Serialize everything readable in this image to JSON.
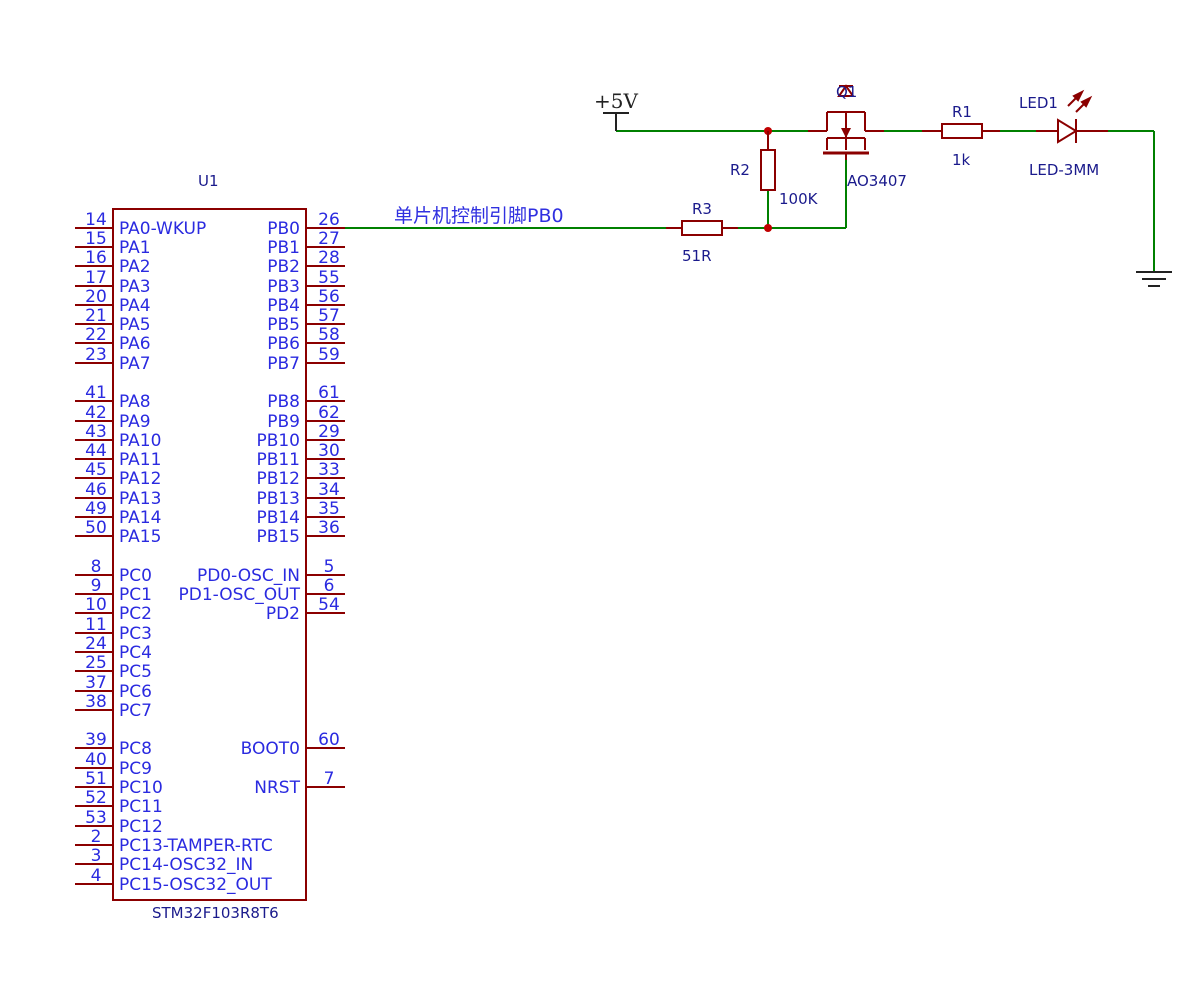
{
  "colors": {
    "pin": "#8b0000",
    "wire": "#008000",
    "pin_text": "#2a2ae0",
    "label_text": "#1a1a8c",
    "annotation": "#3030e0",
    "junction": "#c00000",
    "component": "#8b0000"
  },
  "mcu": {
    "designator": "U1",
    "part": "STM32F103R8T6",
    "left_pins": [
      {
        "num": "14",
        "name": "PA0-WKUP"
      },
      {
        "num": "15",
        "name": "PA1"
      },
      {
        "num": "16",
        "name": "PA2"
      },
      {
        "num": "17",
        "name": "PA3"
      },
      {
        "num": "20",
        "name": "PA4"
      },
      {
        "num": "21",
        "name": "PA5"
      },
      {
        "num": "22",
        "name": "PA6"
      },
      {
        "num": "23",
        "name": "PA7"
      },
      {
        "num": "41",
        "name": "PA8"
      },
      {
        "num": "42",
        "name": "PA9"
      },
      {
        "num": "43",
        "name": "PA10"
      },
      {
        "num": "44",
        "name": "PA11"
      },
      {
        "num": "45",
        "name": "PA12"
      },
      {
        "num": "46",
        "name": "PA13"
      },
      {
        "num": "49",
        "name": "PA14"
      },
      {
        "num": "50",
        "name": "PA15"
      },
      {
        "num": "8",
        "name": "PC0"
      },
      {
        "num": "9",
        "name": "PC1"
      },
      {
        "num": "10",
        "name": "PC2"
      },
      {
        "num": "11",
        "name": "PC3"
      },
      {
        "num": "24",
        "name": "PC4"
      },
      {
        "num": "25",
        "name": "PC5"
      },
      {
        "num": "37",
        "name": "PC6"
      },
      {
        "num": "38",
        "name": "PC7"
      },
      {
        "num": "39",
        "name": "PC8"
      },
      {
        "num": "40",
        "name": "PC9"
      },
      {
        "num": "51",
        "name": "PC10"
      },
      {
        "num": "52",
        "name": "PC11"
      },
      {
        "num": "53",
        "name": "PC12"
      },
      {
        "num": "2",
        "name": "PC13-TAMPER-RTC"
      },
      {
        "num": "3",
        "name": "PC14-OSC32_IN"
      },
      {
        "num": "4",
        "name": "PC15-OSC32_OUT"
      }
    ],
    "right_pins": [
      {
        "num": "26",
        "name": "PB0"
      },
      {
        "num": "27",
        "name": "PB1"
      },
      {
        "num": "28",
        "name": "PB2"
      },
      {
        "num": "55",
        "name": "PB3"
      },
      {
        "num": "56",
        "name": "PB4"
      },
      {
        "num": "57",
        "name": "PB5"
      },
      {
        "num": "58",
        "name": "PB6"
      },
      {
        "num": "59",
        "name": "PB7"
      },
      {
        "num": "61",
        "name": "PB8"
      },
      {
        "num": "62",
        "name": "PB9"
      },
      {
        "num": "29",
        "name": "PB10"
      },
      {
        "num": "30",
        "name": "PB11"
      },
      {
        "num": "33",
        "name": "PB12"
      },
      {
        "num": "34",
        "name": "PB13"
      },
      {
        "num": "35",
        "name": "PB14"
      },
      {
        "num": "36",
        "name": "PB15"
      },
      {
        "num": "5",
        "name": "PD0-OSC_IN"
      },
      {
        "num": "6",
        "name": "PD1-OSC_OUT"
      },
      {
        "num": "54",
        "name": "PD2"
      },
      {
        "num": "60",
        "name": "BOOT0"
      },
      {
        "num": "7",
        "name": "NRST"
      }
    ]
  },
  "annotation": "单片机控制引脚PB0",
  "power": {
    "label": "+5V"
  },
  "components": {
    "r3": {
      "designator": "R3",
      "value": "51R"
    },
    "r2": {
      "designator": "R2",
      "value": "100K"
    },
    "q1": {
      "designator": "Q1",
      "value": "AO3407"
    },
    "r1": {
      "designator": "R1",
      "value": "1k"
    },
    "led1": {
      "designator": "LED1",
      "value": "LED-3MM"
    }
  }
}
